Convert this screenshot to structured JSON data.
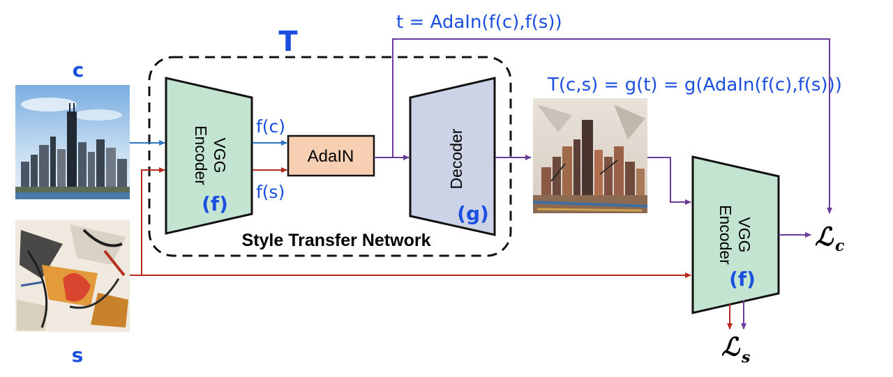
{
  "labels": {
    "content_var": "c",
    "style_var": "s",
    "network_var": "T",
    "t_formula": "t = AdaIn(f(c),f(s))",
    "output_formula": "T(c,s) = g(t) = g(AdaIn(f(c),f(s)))",
    "fc": "f(c)",
    "fs": "f(s)",
    "network_caption": "Style Transfer Network"
  },
  "encoder1": {
    "line1": "VGG",
    "line2": "Encoder",
    "fn": "(f)"
  },
  "adain": {
    "label": "AdaIN"
  },
  "decoder": {
    "label": "Decoder",
    "fn": "(g)"
  },
  "encoder2": {
    "line1": "VGG",
    "line2": "Encoder",
    "fn": "(f)"
  },
  "losses": {
    "content_main": "ℒ",
    "content_sub": "c",
    "style_main": "ℒ",
    "style_sub": "s"
  },
  "colors": {
    "blue_text": "#1a4fe0",
    "encoder_fill": "#c4e4d2",
    "decoder_fill": "#cdd3e6",
    "adain_fill": "#f7cfb2",
    "arrow_blue": "#2d74c4",
    "arrow_red": "#b52a1c",
    "arrow_purple": "#6a3b9a"
  }
}
